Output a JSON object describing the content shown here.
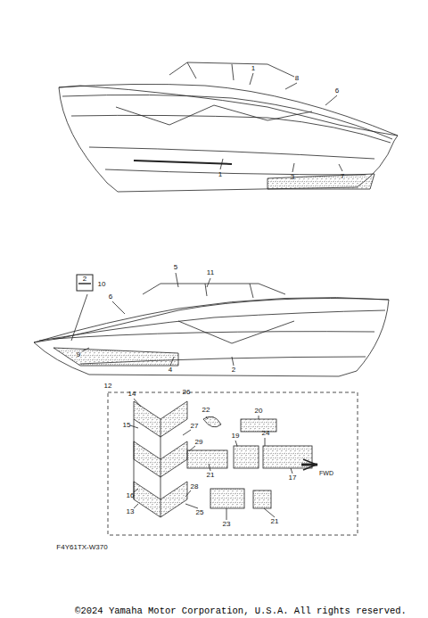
{
  "diagram": {
    "labels": [
      "1",
      "8",
      "6",
      "1",
      "3",
      "7",
      "2",
      "10",
      "5",
      "11",
      "6",
      "9",
      "4",
      "2",
      "12",
      "14",
      "26",
      "15",
      "27",
      "22",
      "20",
      "19",
      "24",
      "29",
      "21",
      "28",
      "17",
      "16",
      "13",
      "25",
      "23",
      "21",
      "FWD",
      "F4Y61TX-W370",
      "©2024 Yamaha Motor Corporation, U.S.A. All rights reserved."
    ]
  }
}
